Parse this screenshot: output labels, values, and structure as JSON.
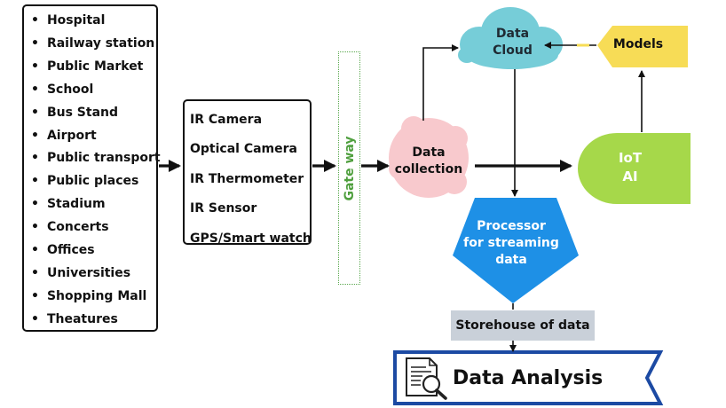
{
  "locations": [
    "Hospital",
    "Railway station",
    "Public Market",
    "School",
    "Bus Stand",
    "Airport",
    "Public transport",
    "Public places",
    "Stadium",
    "Concerts",
    "Offices",
    "Universities",
    "Shopping Mall",
    "Theatures"
  ],
  "devices": [
    "IR Camera",
    "Optical Camera",
    "IR Thermometer",
    "IR Sensor",
    "GPS/Smart watch"
  ],
  "gateway": "Gate way",
  "data_collection": {
    "line1": "Data",
    "line2": "collection"
  },
  "data_cloud": {
    "line1": "Data",
    "line2": "Cloud"
  },
  "models": "Models",
  "iot_ai": {
    "line1": "IoT",
    "line2": "AI"
  },
  "processor": {
    "line1": "Processor",
    "line2": "for streaming",
    "line3": "data"
  },
  "storehouse": "Storehouse of data",
  "analysis": "Data Analysis",
  "colors": {
    "cloud": "#76cdd8",
    "collection": "#f8c9cd",
    "models": "#f7dc56",
    "iot_ai": "#a6d84a",
    "processor": "#1e90e6",
    "storehouse": "#c9d0d9",
    "analysis_border": "#1c4aa3",
    "gateway_text": "#4f9f3e"
  }
}
